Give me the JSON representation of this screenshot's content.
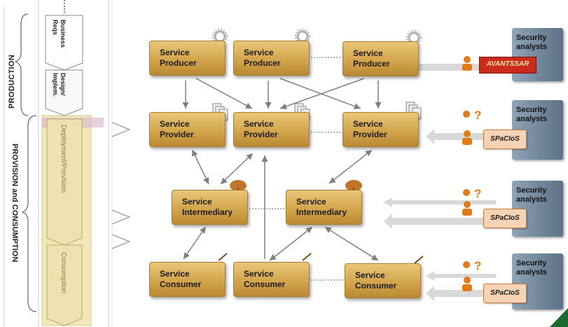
{
  "phases": {
    "production": "PRODUCTION",
    "provision_consumption": "PROVISION and CONSUMPTION"
  },
  "stages": {
    "business_reqs": "Business\nReqs",
    "design_implem": "Design/\nImplem.",
    "deployment": "Deployment/Provision",
    "consumption": "Consumption"
  },
  "producers": [
    "Service\nProducer",
    "Service\nProducer",
    "Service\nProducer"
  ],
  "providers": [
    "Service\nProvider",
    "Service\nProvider",
    "Service\nProvider"
  ],
  "intermediaries": [
    "Service\nIntermediary",
    "Service\nIntermediary"
  ],
  "consumers": [
    "Service\nConsumer",
    "Service\nConsumer",
    "Service\nConsumer"
  ],
  "security_analysts": [
    "Security\nanalysts",
    "Security\nanalysts",
    "Security\nanalysts",
    "Security\nanalysts"
  ],
  "tools": {
    "avantssar": "AVANTSSAR",
    "spaclos": [
      "SPaCIoS",
      "SPaCIoS",
      "SPaCIoS"
    ]
  },
  "colors": {
    "service_box": "#d3a54c",
    "security_box": "#6f8498",
    "tool_box": "#f6d3b4",
    "avantssar": "#cc2a1a",
    "stage_fill": "#f2e7b8",
    "arrow": "#7f7f7f"
  },
  "icons": [
    "gear-icon",
    "document-icon",
    "tree-icon",
    "tool-icon",
    "person-icon",
    "question-icon"
  ]
}
